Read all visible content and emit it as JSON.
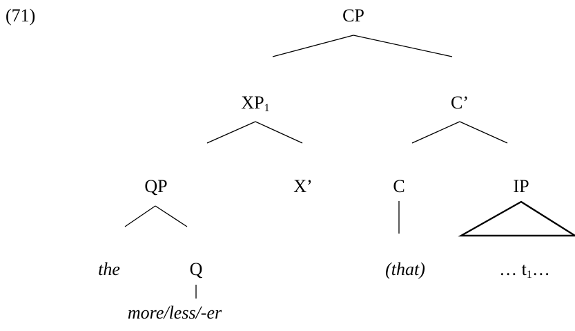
{
  "example_number": "(71)",
  "nodes": {
    "cp": "CP",
    "xp": "XP",
    "xp_index": "1",
    "c_bar": "C’",
    "qp": "QP",
    "x_bar": "X’",
    "c": "C",
    "ip": "IP",
    "the": "the",
    "q": "Q",
    "that": "(that)",
    "trace_pre": "… t",
    "trace_index": "1",
    "trace_post": "…",
    "more_less": "more/less/-er"
  }
}
